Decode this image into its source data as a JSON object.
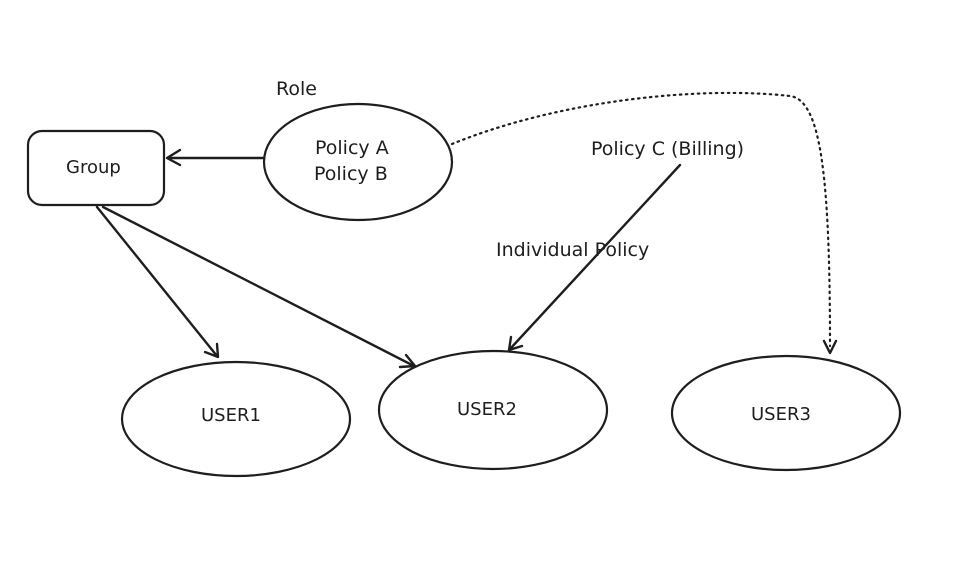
{
  "diagram": {
    "labels": {
      "role": "Role",
      "group": "Group",
      "policy_a": "Policy A",
      "policy_b": "Policy B",
      "policy_c": "Policy C (Billing)",
      "individual_policy": "Individual Policy",
      "user1": "USER1",
      "user2": "USER2",
      "user3": "USER3"
    },
    "edges": [
      {
        "from": "role",
        "to": "group",
        "style": "solid"
      },
      {
        "from": "group",
        "to": "user1",
        "style": "solid"
      },
      {
        "from": "group",
        "to": "user2",
        "style": "solid"
      },
      {
        "from": "policy_c",
        "to": "user2",
        "style": "solid"
      },
      {
        "from": "role",
        "to": "user3",
        "style": "dotted"
      }
    ]
  }
}
